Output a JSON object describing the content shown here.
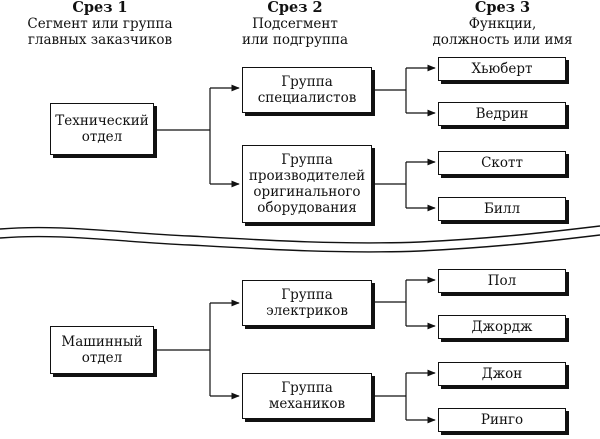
{
  "columns": [
    {
      "heading": "Срез 1",
      "desc": "Сегмент или группа\nглавных заказчиков"
    },
    {
      "heading": "Срез 2",
      "desc": "Подсегмент\nили подгруппа"
    },
    {
      "heading": "Срез 3",
      "desc": "Функции,\nдолжность или имя"
    }
  ],
  "top": {
    "segment": "Технический\nотдел",
    "groups": [
      {
        "label": "Группа\nспециалистов",
        "members": [
          "Хьюберт",
          "Ведрин"
        ]
      },
      {
        "label": "Группа\nпроизводителей\nоригинального\nоборудования",
        "members": [
          "Скотт",
          "Билл"
        ]
      }
    ]
  },
  "bottom": {
    "segment": "Машинный\nотдел",
    "groups": [
      {
        "label": "Группа\nэлектриков",
        "members": [
          "Пол",
          "Джордж"
        ]
      },
      {
        "label": "Группа\nмехаников",
        "members": [
          "Джон",
          "Ринго"
        ]
      }
    ]
  }
}
